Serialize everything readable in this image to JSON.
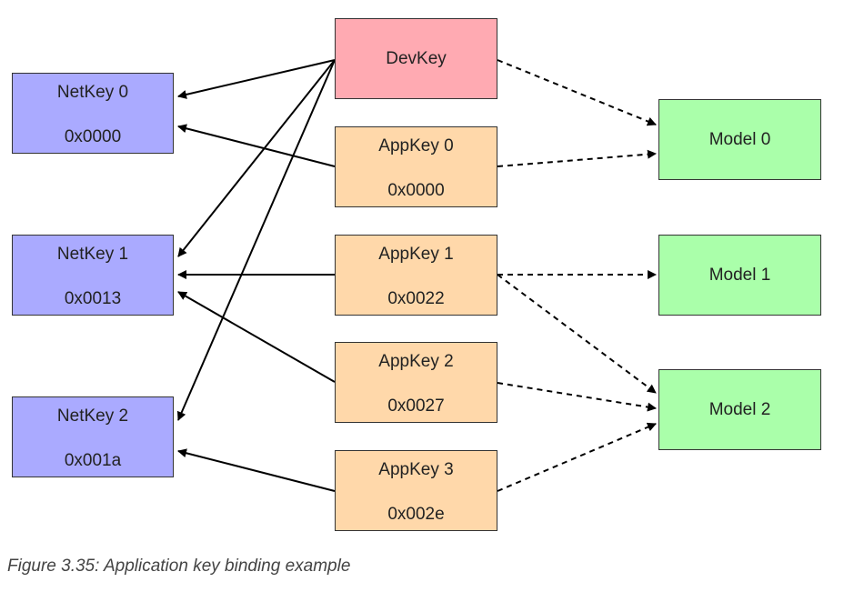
{
  "net_keys": [
    {
      "name": "NetKey 0",
      "index": "0x0000"
    },
    {
      "name": "NetKey 1",
      "index": "0x0013"
    },
    {
      "name": "NetKey 2",
      "index": "0x001a"
    }
  ],
  "dev_key": {
    "name": "DevKey"
  },
  "app_keys": [
    {
      "name": "AppKey 0",
      "index": "0x0000"
    },
    {
      "name": "AppKey 1",
      "index": "0x0022"
    },
    {
      "name": "AppKey 2",
      "index": "0x0027"
    },
    {
      "name": "AppKey 3",
      "index": "0x002e"
    }
  ],
  "models": [
    {
      "name": "Model 0"
    },
    {
      "name": "Model 1"
    },
    {
      "name": "Model 2"
    }
  ],
  "edges": {
    "key_bindings": [
      {
        "from": "dev-key",
        "to": "netkey-0"
      },
      {
        "from": "dev-key",
        "to": "netkey-1"
      },
      {
        "from": "dev-key",
        "to": "netkey-2"
      },
      {
        "from": "appkey-0",
        "to": "netkey-0"
      },
      {
        "from": "appkey-1",
        "to": "netkey-1"
      },
      {
        "from": "appkey-2",
        "to": "netkey-1"
      },
      {
        "from": "appkey-3",
        "to": "netkey-2"
      }
    ],
    "model_bindings": [
      {
        "from": "dev-key",
        "to": "model-0"
      },
      {
        "from": "appkey-0",
        "to": "model-0"
      },
      {
        "from": "appkey-1",
        "to": "model-1"
      },
      {
        "from": "appkey-1",
        "to": "model-2"
      },
      {
        "from": "appkey-2",
        "to": "model-2"
      },
      {
        "from": "appkey-3",
        "to": "model-2"
      }
    ]
  },
  "caption": "Figure 3.35: Application key binding example",
  "colors": {
    "net_key": "#aaaaff",
    "app_key": "#ffd8aa",
    "dev_key": "#ffaab2",
    "model": "#aaffaa"
  }
}
